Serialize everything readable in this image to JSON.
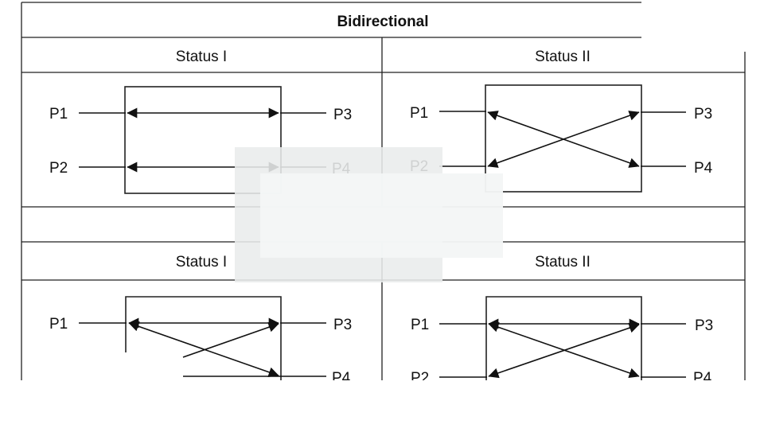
{
  "table": {
    "title": "Bidirectional",
    "top_headers": [
      "Status I",
      "Status II"
    ],
    "bottom_headers": [
      "Status I",
      "Status II"
    ]
  },
  "ports": {
    "p1": "P1",
    "p2": "P2",
    "p3": "P3",
    "p4": "P4"
  },
  "colors": {
    "line": "#222222",
    "overlay_back": "#e9ecec",
    "overlay_front": "#f4f6f6"
  }
}
